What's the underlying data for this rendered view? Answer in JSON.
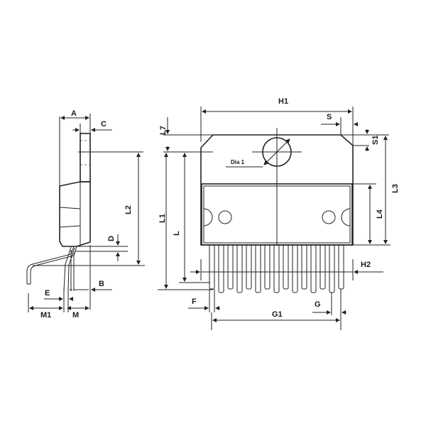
{
  "drawing": {
    "title": "Package outline drawing",
    "background": "#ffffff",
    "line_color": "#222222",
    "pin_count": 15
  },
  "side_view": {
    "labels": {
      "A": "A",
      "C": "C",
      "L2": "L2",
      "D": "D",
      "B": "B",
      "E": "E",
      "M1": "M1",
      "M": "M"
    }
  },
  "front_view": {
    "labels": {
      "H1": "H1",
      "S": "S",
      "S1": "S1",
      "L7": "L7",
      "Dia1": "Dia 1",
      "L1": "L1",
      "L": "L",
      "L3": "L3",
      "L4": "L4",
      "H2": "H2",
      "F": "F",
      "G": "G",
      "G1": "G1"
    }
  }
}
